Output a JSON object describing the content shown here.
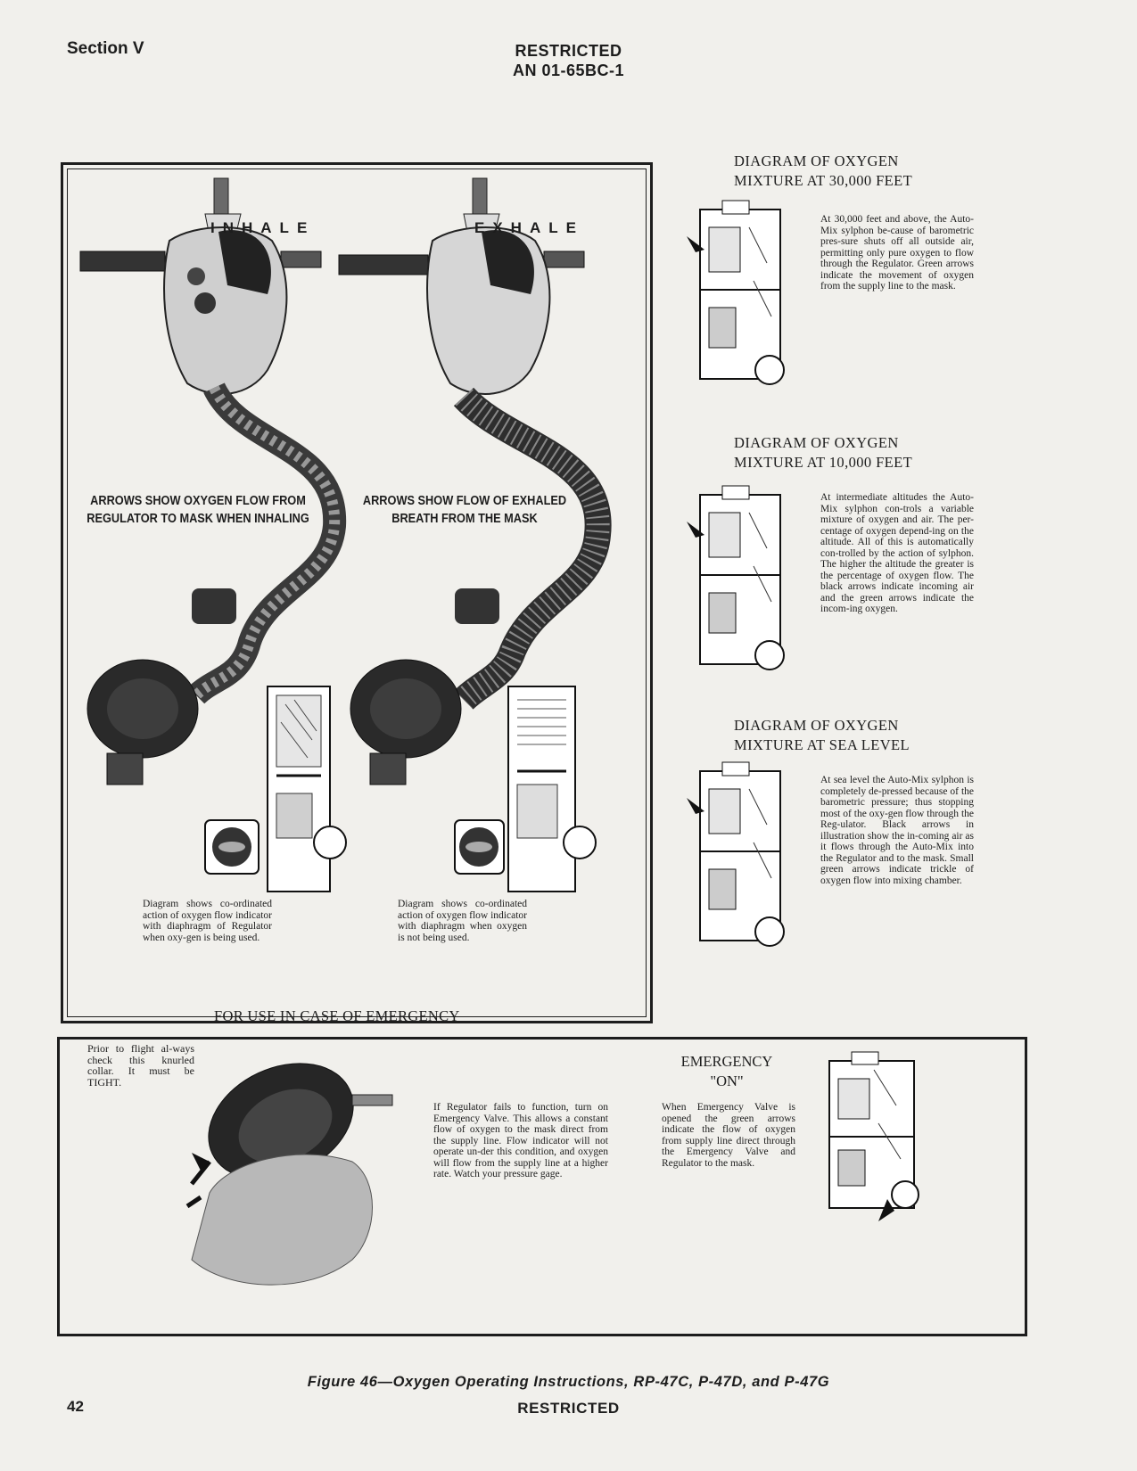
{
  "header": {
    "section": "Section V",
    "classification": "RESTRICTED",
    "doc_number": "AN 01-65BC-1"
  },
  "mask_panel": {
    "inhale_word": "INHALE",
    "exhale_word": "EXHALE",
    "inhale_caption_1": "ARROWS SHOW OXYGEN FLOW FROM",
    "inhale_caption_2": "REGULATOR TO MASK WHEN INHALING",
    "exhale_caption_1": "ARROWS SHOW FLOW OF EXHALED",
    "exhale_caption_2": "BREATH FROM THE MASK",
    "inhale_note": "Diagram shows co-ordinated action of oxygen flow indicator with diaphragm of Regulator when oxy-gen is being used.",
    "exhale_note": "Diagram shows co-ordinated action of oxygen flow indicator with diaphragm when oxygen is not being used."
  },
  "diagrams": [
    {
      "title_1": "DIAGRAM OF OXYGEN",
      "title_2": "MIXTURE AT 30,000 FEET",
      "text": "At 30,000 feet and above, the Auto-Mix sylphon be-cause of barometric pres-sure shuts off all outside air, permitting only pure oxygen to flow through the Regulator. Green arrows indicate the movement of oxygen from the supply line to the mask."
    },
    {
      "title_1": "DIAGRAM OF OXYGEN",
      "title_2": "MIXTURE AT 10,000 FEET",
      "text": "At intermediate altitudes the Auto-Mix sylphon con-trols a variable mixture of oxygen and air. The per-centage of oxygen depend-ing on the altitude. All of this is automatically con-trolled by the action of sylphon. The higher the altitude the greater is the percentage of oxygen flow. The black arrows indicate incoming air and the green arrows indicate the incom-ing oxygen."
    },
    {
      "title_1": "DIAGRAM OF OXYGEN",
      "title_2": "MIXTURE AT SEA LEVEL",
      "text": "At sea level the Auto-Mix sylphon is completely de-pressed because of the barometric pressure; thus stopping most of the oxy-gen flow through the Reg-ulator. Black arrows in illustration show the in-coming air as it flows through the Auto-Mix into the Regulator and to the mask. Small green arrows indicate trickle of oxygen flow into mixing chamber."
    }
  ],
  "emergency": {
    "title": "FOR USE IN CASE OF EMERGENCY",
    "collar_note": "Prior to flight al-ways check this knurled collar. It must be TIGHT.",
    "valve_text": "If Regulator fails to function, turn on Emergency Valve. This allows a constant flow of oxygen to the mask direct from the supply line. Flow indicator will not operate un-der this condition, and oxygen will flow from the supply line at a higher rate. Watch your pressure gage.",
    "on_title_1": "EMERGENCY",
    "on_title_2": "\"ON\"",
    "on_text": "When Emergency Valve is opened the green arrows indicate the flow of oxygen from supply line direct through the Emergency Valve and Regulator to the mask."
  },
  "figure_caption": "Figure 46—Oxygen Operating Instructions, RP-47C, P-47D, and P-47G",
  "footer": {
    "page_number": "42",
    "classification": "RESTRICTED"
  }
}
